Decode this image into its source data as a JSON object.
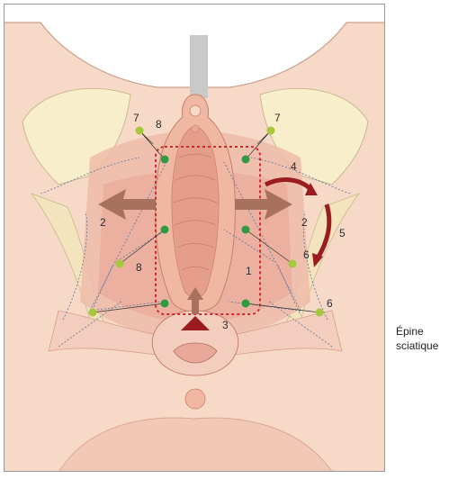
{
  "figure": {
    "side_caption": {
      "line1": "Épine",
      "line2": "sciatique"
    },
    "numbers": {
      "n1": "1",
      "n2_left": "2",
      "n2_right": "2",
      "n3": "3",
      "n4": "4",
      "n5": "5",
      "n6_upper": "6",
      "n6_lower": "6",
      "n7_left": "7",
      "n7_right": "7",
      "n8_upper": "8",
      "n8_lower": "8"
    },
    "colors": {
      "skin": "#f7d9c8",
      "skin_shadow": "#eebfa8",
      "bone": "#f8eecb",
      "muscle": "#e9a99a",
      "mucosa": "#f0b7a2",
      "arrow_brown": "#a8715e",
      "arrow_red": "#9b1c1f",
      "stitch_red": "#d7262e",
      "point_green": "#2f9a44",
      "point_lime": "#a6c83c",
      "dotted_line": "#6a7fa0"
    }
  }
}
